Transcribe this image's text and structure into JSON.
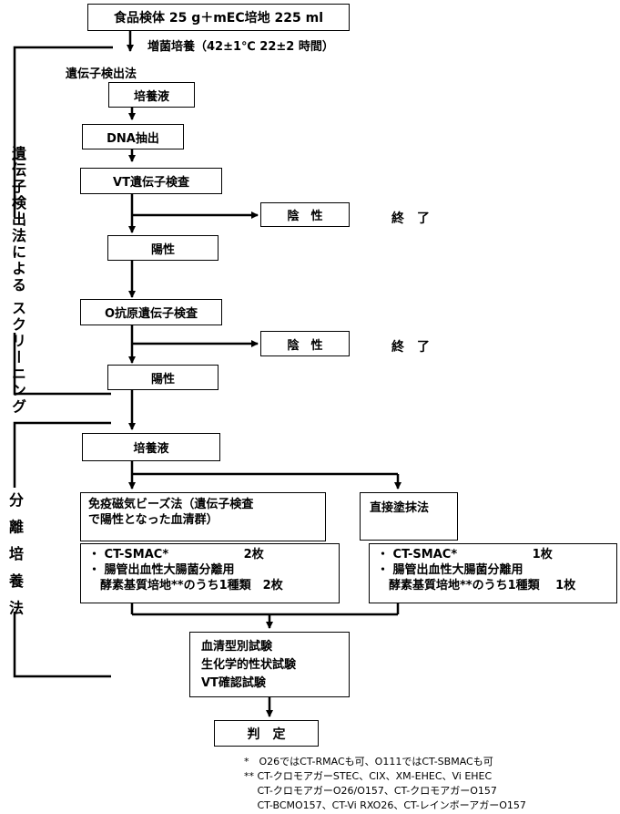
{
  "start": "食品検体 25 g＋mEC培地 225 ml",
  "enrichment": "増菌培養（42±1℃ 22±2 時間）",
  "gene_method_label": "遺伝子検出法",
  "screening_label": "遺伝子検出法による スクリーニング",
  "isolation_label": "分 離 培 養 法",
  "culture1": "培養液",
  "dna": "DNA抽出",
  "vt_test": "VT遺伝子検査",
  "negative1": "陰　性",
  "end1": "終　了",
  "positive1": "陽性",
  "o_test": "O抗原遺伝子検査",
  "negative2": "陰　性",
  "end2": "終　了",
  "positive2": "陽性",
  "culture2": "培養液",
  "immuno": {
    "line1": "免疫磁気ビーズ法（遺伝子検査",
    "line2": "で陽性となった血清群）"
  },
  "direct": "直接塗抹法",
  "media_left": {
    "line1": "・ CT-SMAC*　　　　　　 2枚",
    "line2": "・ 腸管出血性大腸菌分離用",
    "line3": "　酵素基質培地**のうち1種類　2枚"
  },
  "media_right": {
    "line1": "・ CT-SMAC*　　　　　　 1枚",
    "line2": "・ 腸管出血性大腸菌分離用",
    "line3": "　酵素基質培地**のうち1種類　 1枚"
  },
  "tests": {
    "line1": "血清型別試験",
    "line2": "生化学的性状試験",
    "line3": "VT確認試験"
  },
  "judgement": "判　定",
  "notes": {
    "line1": "*　O26ではCT-RMACも可、O111ではCT-SBMACも可",
    "line2": "** CT-クロモアガーSTEC、CIX、XM-EHEC、Vi EHEC",
    "line3": "　 CT-クロモアガーO26/O157、CT-クロモアガーO157",
    "line4": "　 CT-BCMO157、CT-Vi RXO26、CT-レインボーアガーO157"
  }
}
